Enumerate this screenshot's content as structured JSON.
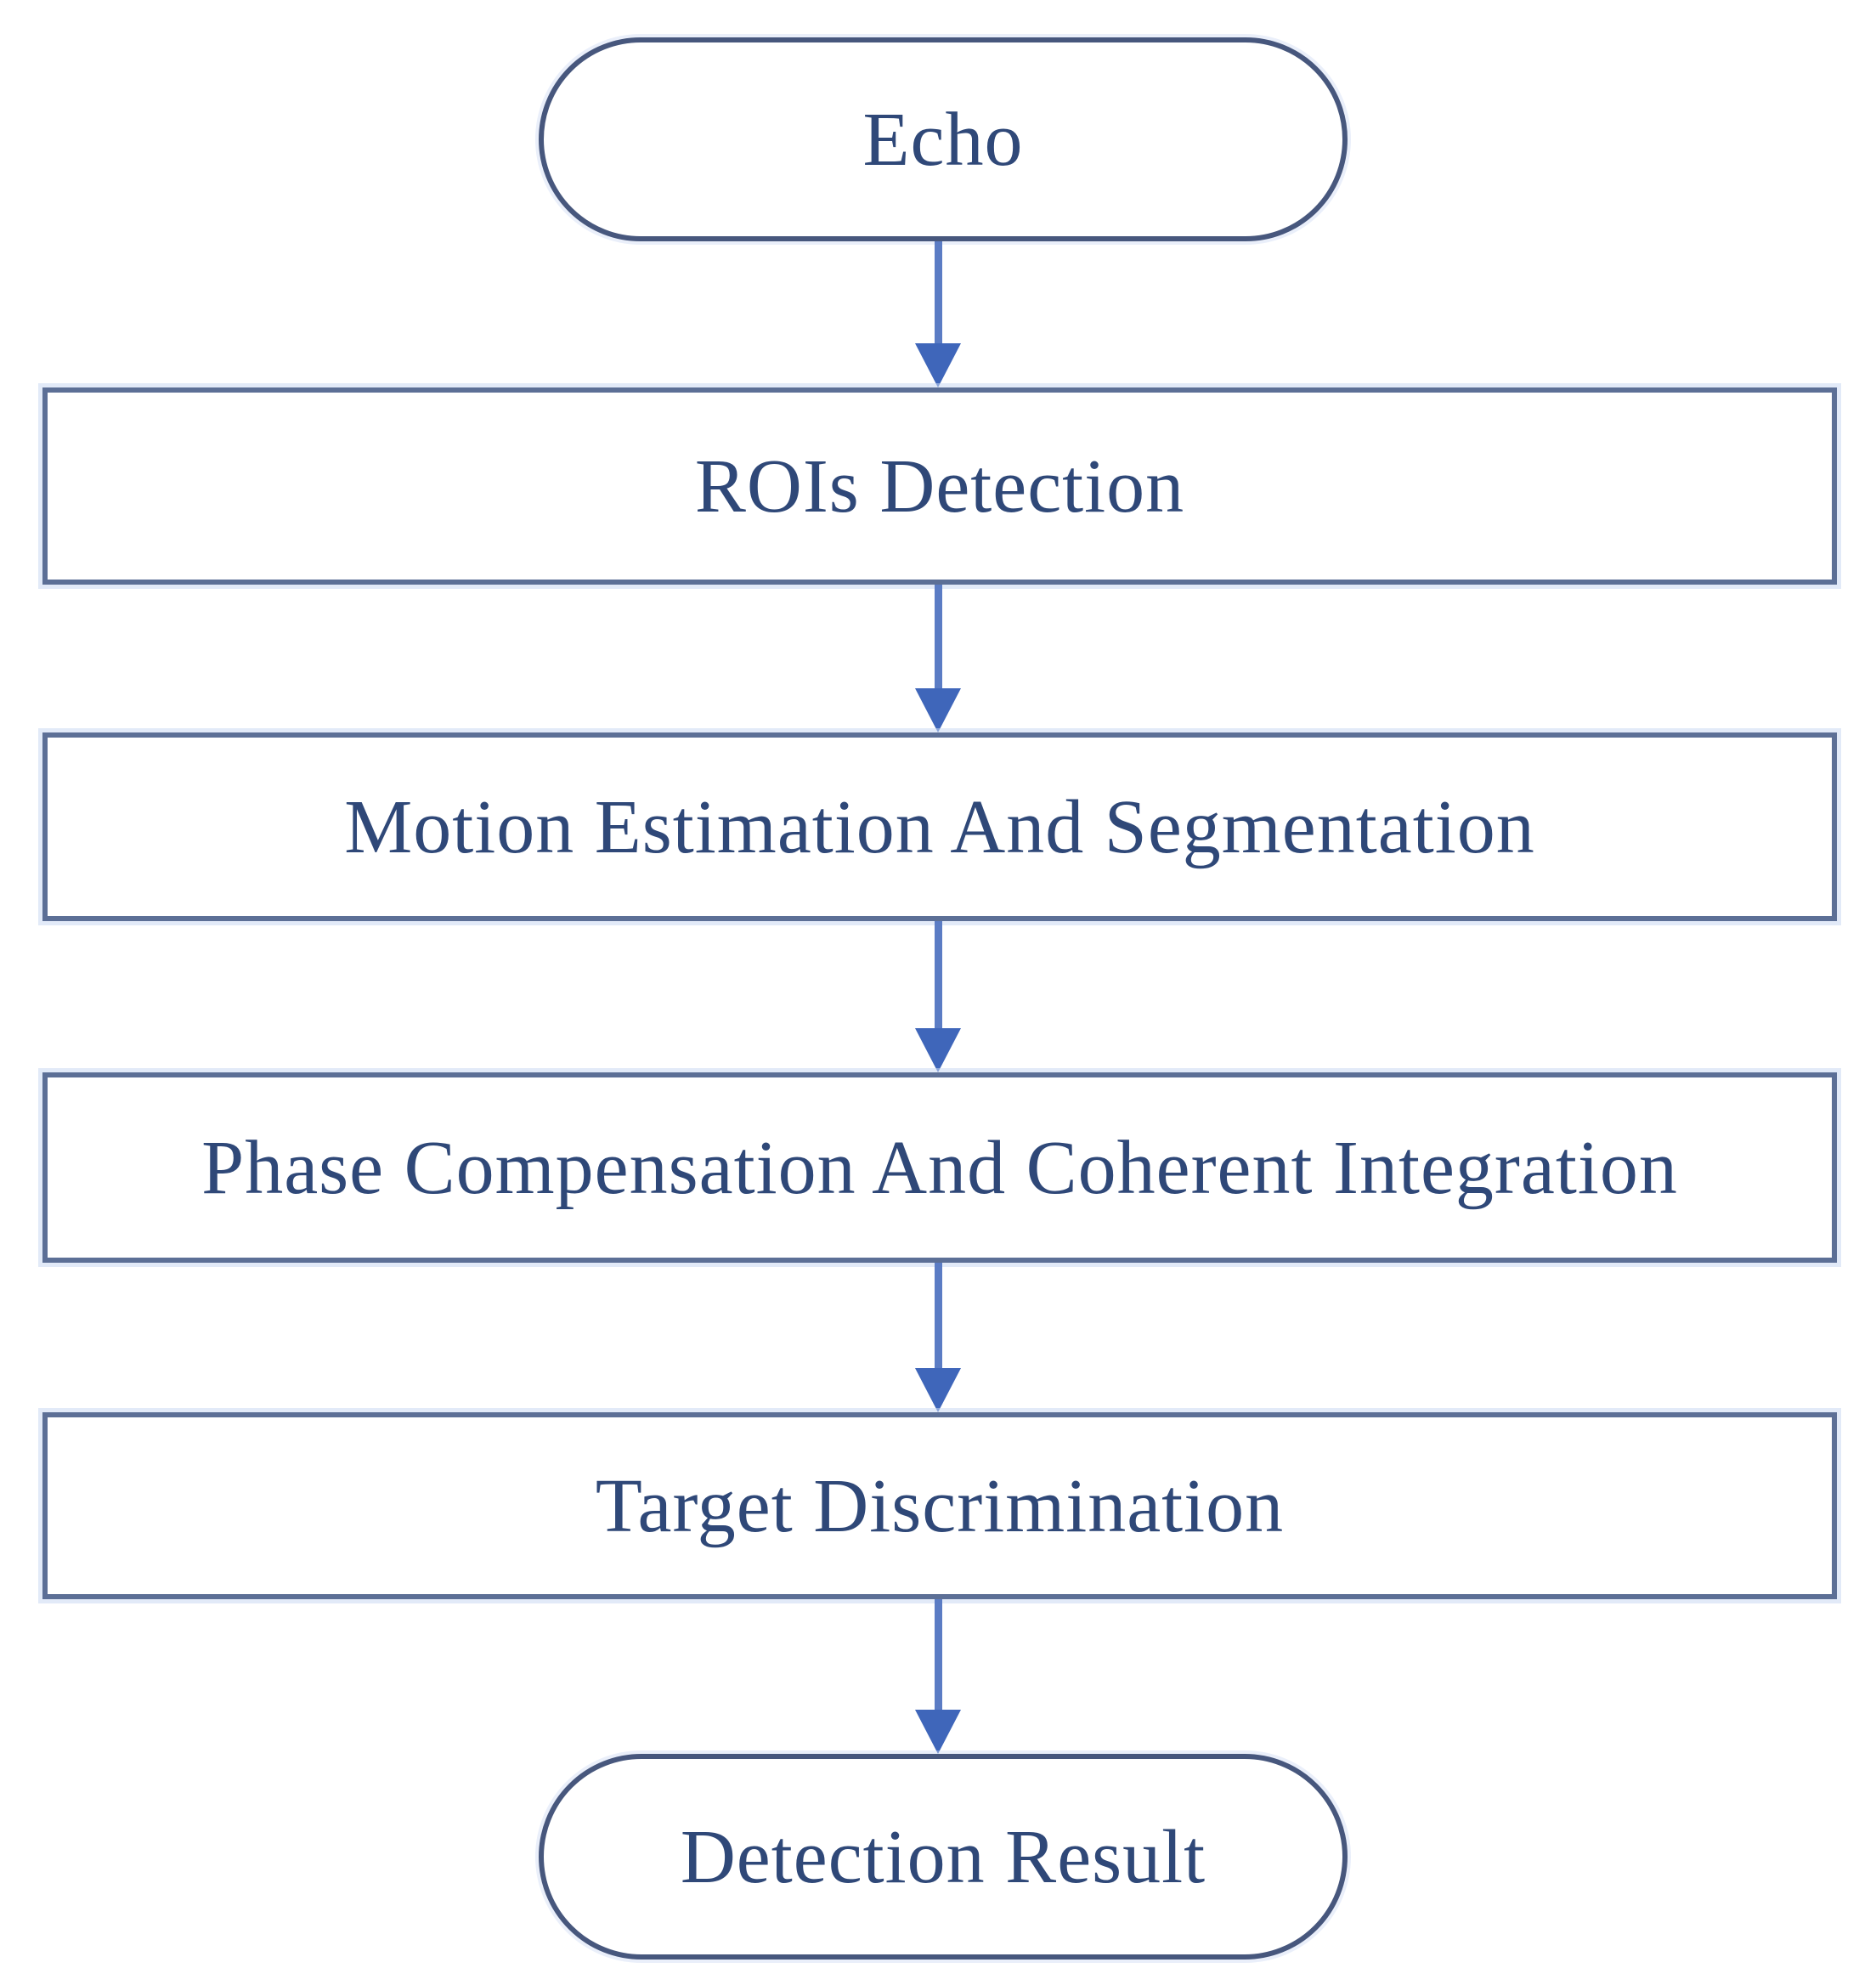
{
  "flowchart": {
    "nodes": [
      {
        "id": "echo",
        "label": "Echo",
        "shape": "stadium"
      },
      {
        "id": "rois-detection",
        "label": "ROIs Detection",
        "shape": "rectangle"
      },
      {
        "id": "motion-estimation",
        "label": "Motion Estimation And Segmentation",
        "shape": "rectangle"
      },
      {
        "id": "phase-compensation",
        "label": "Phase Compensation And Coherent Integration",
        "shape": "rectangle"
      },
      {
        "id": "target-discrimination",
        "label": "Target Discrimination",
        "shape": "rectangle"
      },
      {
        "id": "detection-result",
        "label": "Detection Result",
        "shape": "stadium"
      }
    ],
    "edges": [
      {
        "from": "echo",
        "to": "rois-detection",
        "direction": "down"
      },
      {
        "from": "rois-detection",
        "to": "motion-estimation",
        "direction": "down"
      },
      {
        "from": "motion-estimation",
        "to": "phase-compensation",
        "direction": "down"
      },
      {
        "from": "phase-compensation",
        "to": "target-discrimination",
        "direction": "down"
      },
      {
        "from": "target-discrimination",
        "to": "detection-result",
        "direction": "down"
      }
    ],
    "colors": {
      "rectangle_border": "#5c6f96",
      "stadium_border": "#47577d",
      "border_halo": "#cbd8f2",
      "text": "#2f4878",
      "arrow_stem": "#5b7cc4",
      "arrow_head": "#3f66ba",
      "background": "#ffffff"
    }
  }
}
